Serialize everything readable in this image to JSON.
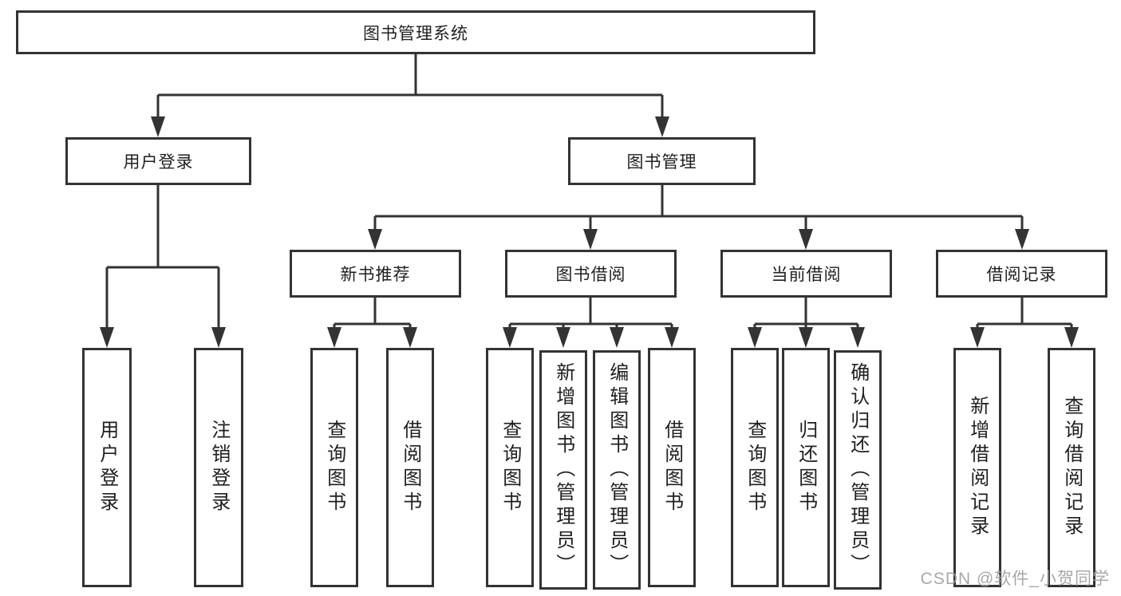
{
  "colors": {
    "line": "#333333",
    "box_border": "#333333",
    "text": "#1f1f1f",
    "background": "#ffffff",
    "watermark": "#9e9e9e"
  },
  "watermark": "CSDN @软件_小贺同学",
  "tree": {
    "root": {
      "label": "图书管理系统"
    },
    "children": [
      {
        "label": "用户登录",
        "children": [
          {
            "label": "用户登录"
          },
          {
            "label": "注销登录"
          }
        ]
      },
      {
        "label": "图书管理",
        "children": [
          {
            "label": "新书推荐",
            "children": [
              {
                "label": "查询图书"
              },
              {
                "label": "借阅图书"
              }
            ]
          },
          {
            "label": "图书借阅",
            "children": [
              {
                "label": "查询图书"
              },
              {
                "label": "新增图书（管理员）"
              },
              {
                "label": "编辑图书（管理员）"
              },
              {
                "label": "借阅图书"
              }
            ]
          },
          {
            "label": "当前借阅",
            "children": [
              {
                "label": "查询图书"
              },
              {
                "label": "归还图书"
              },
              {
                "label": "确认归还（管理员）"
              }
            ]
          },
          {
            "label": "借阅记录",
            "children": [
              {
                "label": "新增借阅记录"
              },
              {
                "label": "查询借阅记录"
              }
            ]
          }
        ]
      }
    ]
  }
}
